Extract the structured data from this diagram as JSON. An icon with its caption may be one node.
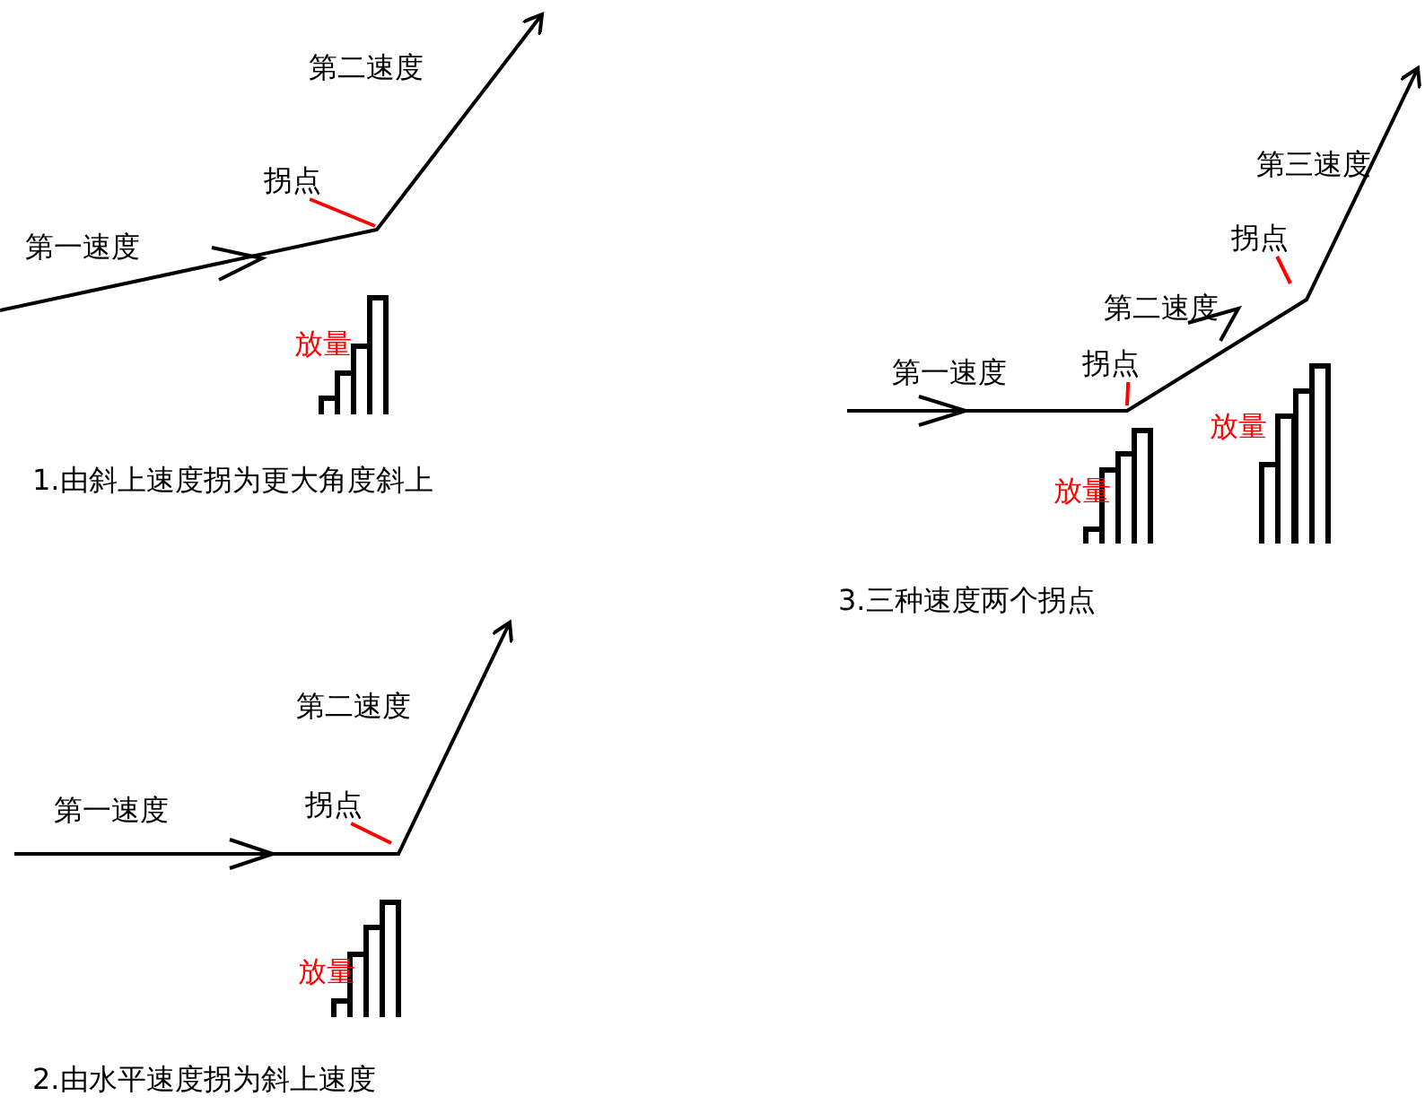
{
  "diagram": {
    "nodes": [
      {
        "text": [
          "拐点"
        ]
      },
      {
        "text": [
          "拐点"
        ]
      },
      {
        "text": [
          "拐点"
        ]
      },
      {
        "text": [
          "拐点"
        ]
      }
    ],
    "edges": [
      {
        "from": 0,
        "to": null,
        "arrow": "none",
        "color": "#ff0000"
      },
      {
        "from": 1,
        "to": null,
        "arrow": "none",
        "color": "#ff0000"
      },
      {
        "from": 2,
        "to": null,
        "arrow": "none",
        "color": "#ff0000"
      },
      {
        "from": 3,
        "to": null,
        "arrow": "none",
        "color": "#ff0000"
      }
    ],
    "labels": [
      "第二速度",
      "第一速度",
      "放量",
      "1.由斜上速度拐为更大角度斜上",
      "第三速度",
      "第二速度",
      "第一速度",
      "放量",
      "放量",
      "3.三种速度两个拐点",
      "第二速度",
      "第一速度",
      "放量",
      "2.由水平速度拐为斜上速度"
    ]
  }
}
